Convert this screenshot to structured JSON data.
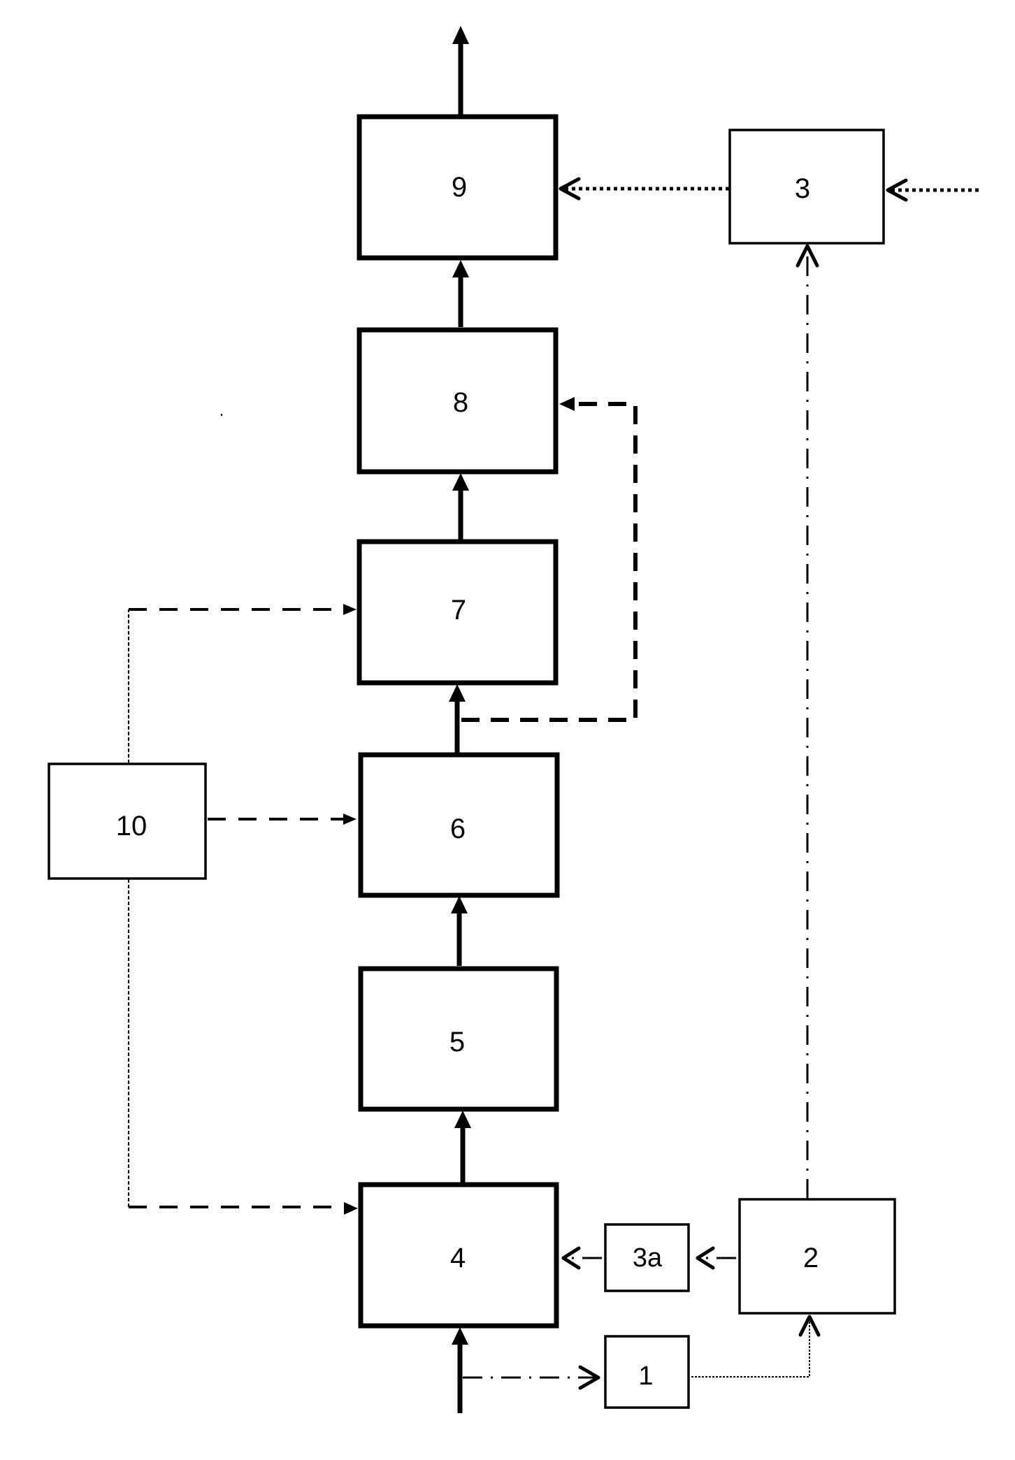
{
  "diagram": {
    "type": "block-flow-diagram",
    "blocks": [
      {
        "id": "9",
        "label": "9"
      },
      {
        "id": "8",
        "label": "8"
      },
      {
        "id": "7",
        "label": "7"
      },
      {
        "id": "6",
        "label": "6"
      },
      {
        "id": "5",
        "label": "5"
      },
      {
        "id": "4",
        "label": "4"
      },
      {
        "id": "3",
        "label": "3"
      },
      {
        "id": "3a",
        "label": "3a"
      },
      {
        "id": "2",
        "label": "2"
      },
      {
        "id": "1",
        "label": "1"
      },
      {
        "id": "10",
        "label": "10"
      }
    ],
    "connections": [
      {
        "from": "input",
        "to": "4",
        "style": "solid"
      },
      {
        "from": "4",
        "to": "5",
        "style": "solid"
      },
      {
        "from": "5",
        "to": "6",
        "style": "solid"
      },
      {
        "from": "6",
        "to": "7",
        "style": "solid"
      },
      {
        "from": "7",
        "to": "8",
        "style": "solid"
      },
      {
        "from": "8",
        "to": "9",
        "style": "solid"
      },
      {
        "from": "9",
        "to": "output",
        "style": "solid"
      },
      {
        "from": "external",
        "to": "3",
        "style": "dotted"
      },
      {
        "from": "3",
        "to": "9",
        "style": "dotted"
      },
      {
        "from": "2",
        "to": "3",
        "style": "dash-dot"
      },
      {
        "from": "2",
        "to": "3a",
        "style": "dash-dot"
      },
      {
        "from": "3a",
        "to": "4",
        "style": "dash-dot"
      },
      {
        "from": "input",
        "to": "1",
        "style": "dash-dot"
      },
      {
        "from": "1",
        "to": "2",
        "style": "fine-dotted"
      },
      {
        "from": "6-7 link",
        "to": "8",
        "style": "dashed"
      },
      {
        "from": "10",
        "to": "7",
        "style": "dashed"
      },
      {
        "from": "10",
        "to": "6",
        "style": "dashed"
      },
      {
        "from": "10",
        "to": "4",
        "style": "dashed"
      }
    ]
  }
}
